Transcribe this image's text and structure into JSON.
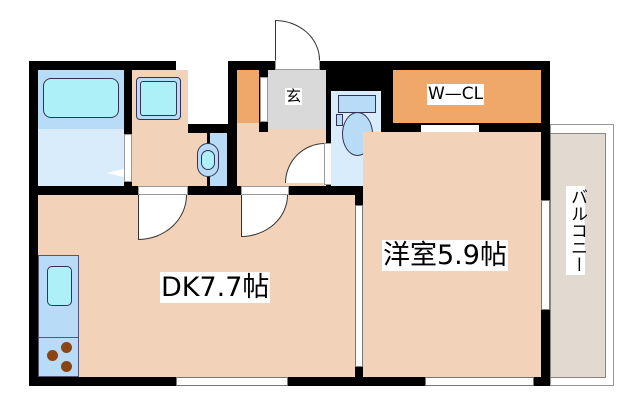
{
  "floorplan": {
    "rooms": {
      "dk": {
        "label": "DK7.7帖",
        "type": "dining-kitchen",
        "size_jo": 7.7
      },
      "western": {
        "label": "洋室5.9帖",
        "type": "western-room",
        "size_jo": 5.9
      },
      "walkin_closet": {
        "label": "W—CL"
      },
      "entrance": {
        "label": "玄"
      },
      "balcony": {
        "label": "バルコニー"
      }
    },
    "colors": {
      "wall": "#000000",
      "floor": "#f2d2b8",
      "wet_area": "#d8ecfb",
      "closet": "#f0a86a",
      "entrance": "#d9d9d9",
      "balcony": "#e2d9d1",
      "fixture": "#aef0f8",
      "stove_burner": "#8b4513"
    }
  }
}
